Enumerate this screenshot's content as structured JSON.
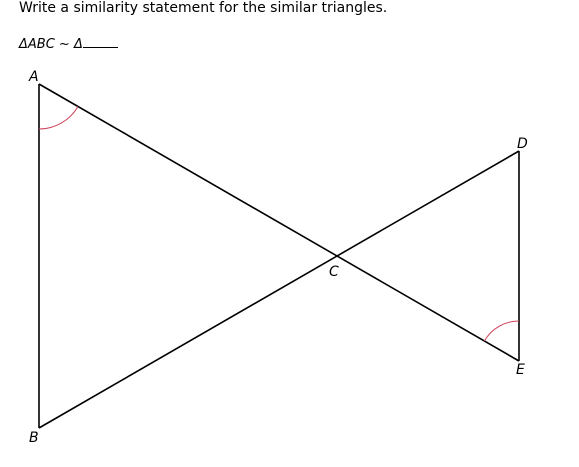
{
  "question": {
    "prompt": "Write a similarity statement for the similar triangles.",
    "statement_prefix": "ΔABC ~ Δ",
    "answer_value": ""
  },
  "figure": {
    "vertices": {
      "A": "A",
      "B": "B",
      "C": "C",
      "D": "D",
      "E": "E"
    },
    "colors": {
      "lines": "#000000",
      "angle_marks": "#d0405a"
    }
  }
}
